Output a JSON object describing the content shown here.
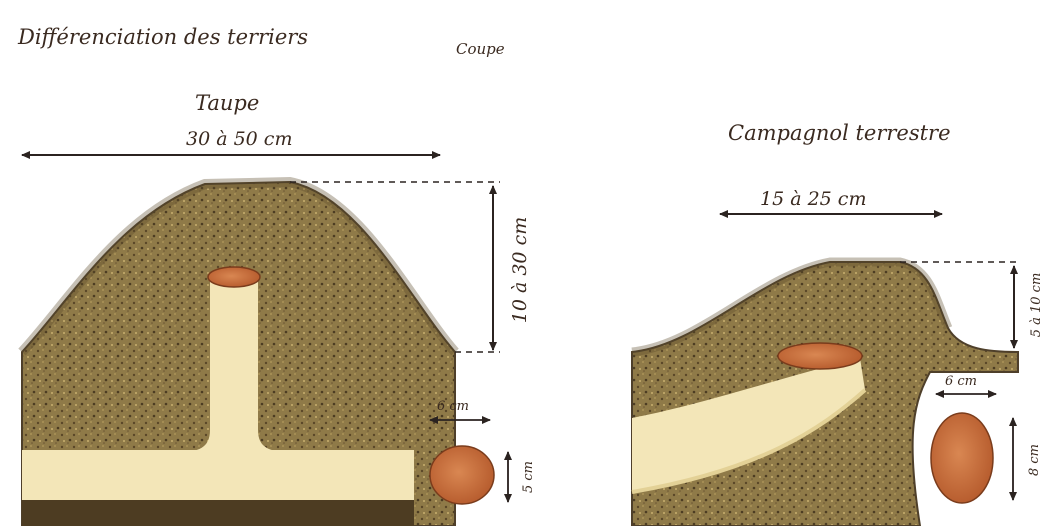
{
  "header": {
    "title": "Différenciation des terriers",
    "section_label": "Coupe"
  },
  "mole": {
    "name": "Taupe",
    "width_label": "30 à 50 cm",
    "height_label": "10 à 30 cm",
    "hole_width_label": "6 cm",
    "hole_height_label": "5 cm"
  },
  "vole": {
    "name": "Campagnol terrestre",
    "width_label": "15 à 25 cm",
    "height_label": "5 à 10 cm",
    "hole_width_label": "6 cm",
    "hole_height_label": "8 cm"
  },
  "colors": {
    "soil_outline": "#4e3f2a",
    "soil_fill": "#8a7344",
    "soil_dark": "#5c4a2c",
    "tunnel_fill": "#f3e6b8",
    "tunnel_shade": "#e3d196",
    "hole_fill": "#c96a3a",
    "hole_rim": "#7a3c1c",
    "arrow": "#2b2320",
    "dashed": "#2b2320"
  }
}
